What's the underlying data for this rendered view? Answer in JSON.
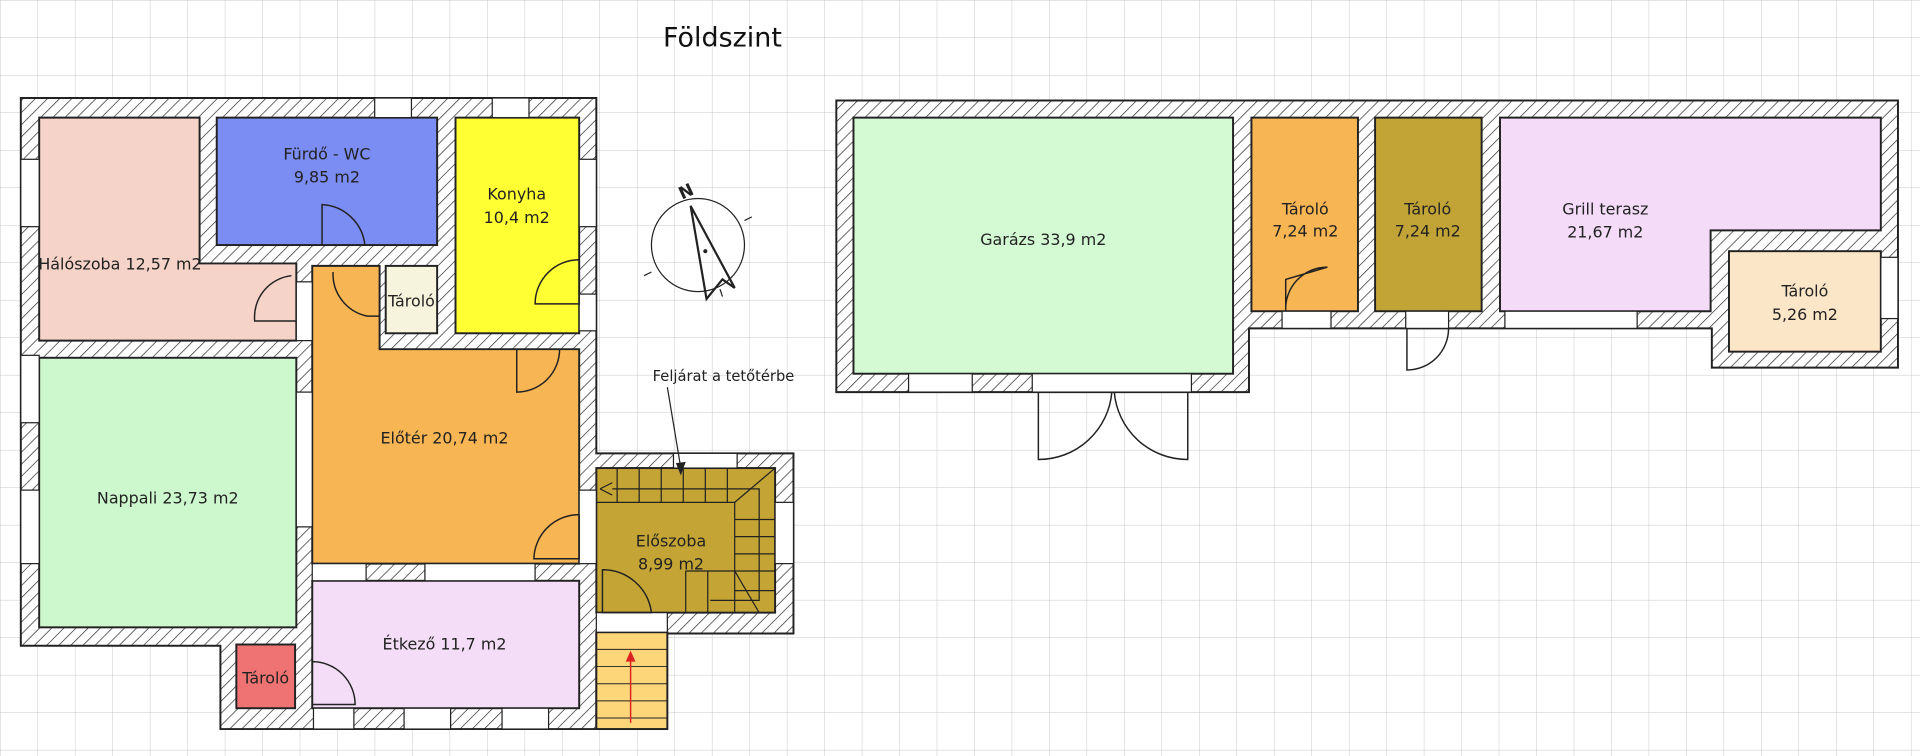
{
  "title": "Földszint",
  "annotation": "Feljárat a tetőtérbe",
  "compass_label": "N",
  "rooms": {
    "haloszoba": {
      "name": "Hálószoba 12,57 m2",
      "color": "#f5d3c8"
    },
    "furdo": {
      "name": "Fürdő - WC",
      "area": "9,85 m2",
      "color": "#7b8cf2"
    },
    "konyha": {
      "name": "Konyha",
      "area": "10,4 m2",
      "color": "#ffff33"
    },
    "tarolo_small": {
      "name": "Tároló",
      "color": "#f6f4dc"
    },
    "eloter": {
      "name": "Előtér 20,74 m2",
      "color": "#f8b553"
    },
    "nappali": {
      "name": "Nappali 23,73 m2",
      "color": "#cdf8cd"
    },
    "etkezo": {
      "name": "Étkező 11,7 m2",
      "color": "#f4ddf7"
    },
    "tarolo_red": {
      "name": "Tároló",
      "color": "#f07373"
    },
    "eloszoba": {
      "name": "Előszoba",
      "area": "8,99 m2",
      "color": "#c4a434"
    },
    "garazs": {
      "name": "Garázs 33,9 m2",
      "color": "#d4fad4"
    },
    "tarolo_1": {
      "name": "Tároló",
      "area": "7,24 m2",
      "color": "#f8b553"
    },
    "tarolo_2": {
      "name": "Tároló",
      "area": "7,24 m2",
      "color": "#c2a436"
    },
    "grill": {
      "name": "Grill terasz",
      "area": "21,67 m2",
      "color": "#f4dbf8"
    },
    "tarolo_3": {
      "name": "Tároló",
      "area": "5,26 m2",
      "color": "#fce6c8"
    },
    "outside_stairs": {
      "color": "#fdd67a"
    }
  }
}
